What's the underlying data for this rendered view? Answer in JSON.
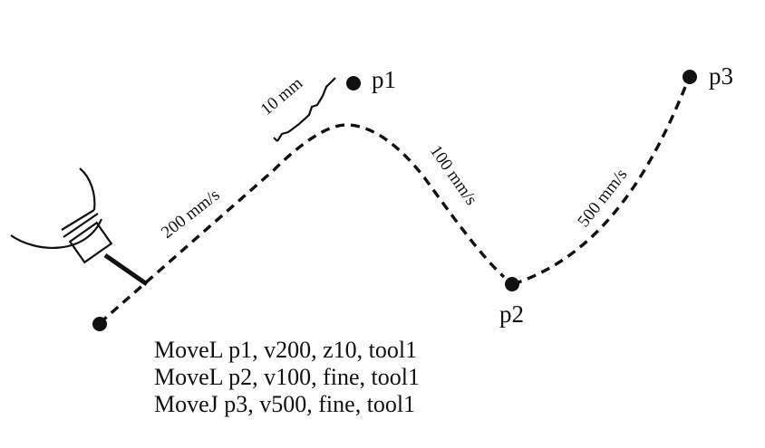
{
  "points": {
    "p1": "p1",
    "p2": "p2",
    "p3": "p3"
  },
  "speeds": {
    "to_p1": "200 mm/s",
    "to_p2": "100 mm/s",
    "to_p3": "500 mm/s"
  },
  "zone": "10 mm",
  "code_lines": [
    "MoveL p1, v200, z10, tool1",
    "MoveL p2, v100, fine, tool1",
    "MoveJ p3, v500, fine, tool1"
  ],
  "colors": {
    "ink": "#111111",
    "background": "#ffffff"
  },
  "icons": {
    "robot_tool": "welding-tool-icon"
  }
}
